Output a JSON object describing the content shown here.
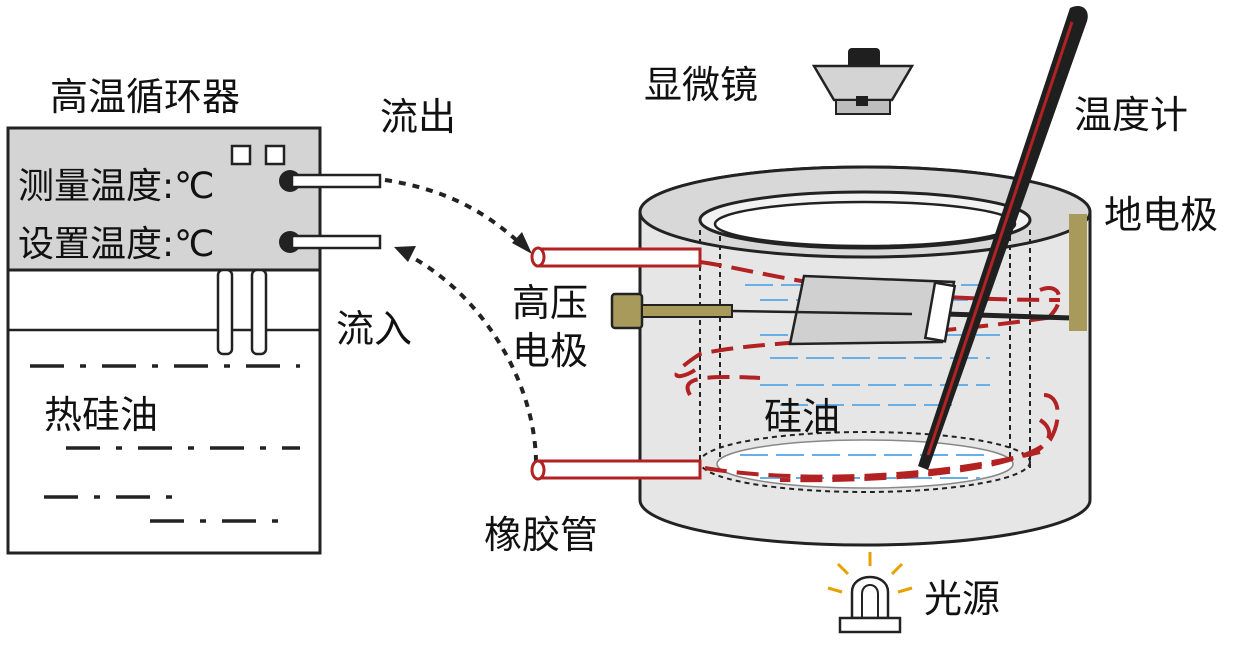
{
  "labels": {
    "circulator_title": "高温循环器",
    "measured_temp": "测量温度:℃",
    "set_temp": "设置温度:℃",
    "hot_silicone_oil": "热硅油",
    "outflow": "流出",
    "inflow": "流入",
    "hv_electrode_line1": "高压",
    "hv_electrode_line2": "电极",
    "rubber_tube": "橡胶管",
    "microscope": "显微镜",
    "thermometer": "温度计",
    "ground_electrode": "地电极",
    "silicone_oil": "硅油",
    "light_source": "光源"
  },
  "colors": {
    "outline": "#222222",
    "panel_fill": "#d4d4d4",
    "vessel_fill": "#e6e6e6",
    "rubber_tube": "#b22222",
    "brass_electrode": "#a89a5a",
    "oil_dash": "#6aaee6",
    "lamp_rays": "#e8a000"
  }
}
